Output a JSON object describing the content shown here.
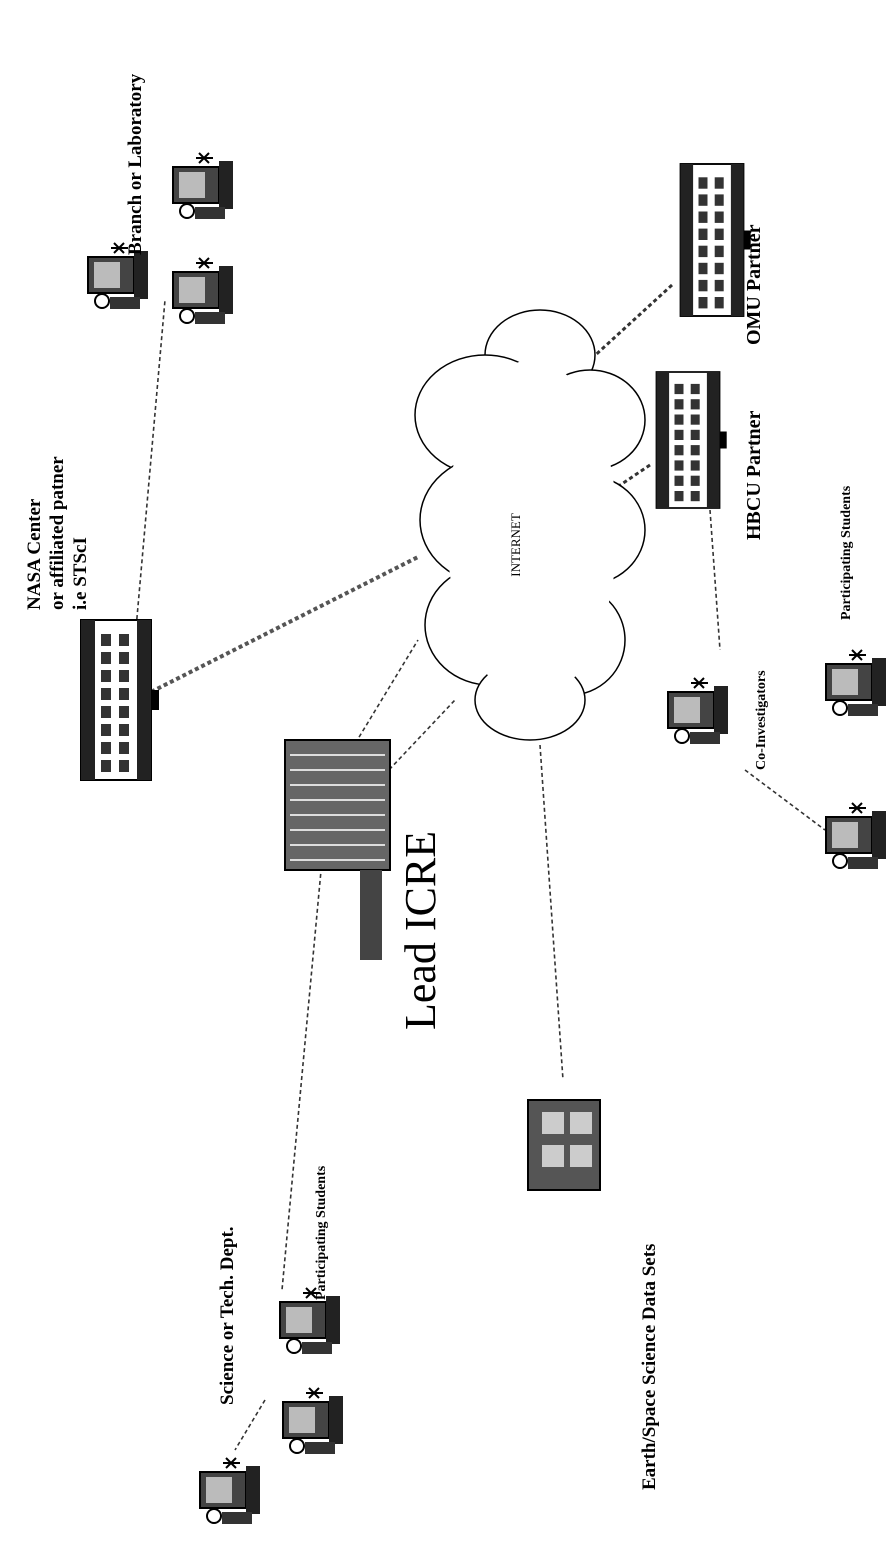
{
  "labels": {
    "nasa_line1": "NASA Center",
    "nasa_line2": "or affiliated patner",
    "nasa_line3": "i.e STScI",
    "branch": "Branch or Laboratory",
    "omu": "OMU Partner",
    "hbcu": "HBCU Partner",
    "participating_right": "Participating Students",
    "co_investigators": "Co-Investigators",
    "internet": "INTERNET",
    "lead": "Lead ICRE",
    "data_sets": "Earth/Space Science Data Sets",
    "participating_left": "Participating Students",
    "science_dept": "Science or Tech. Dept."
  },
  "icons": [
    "building-icon",
    "skyscraper-icon",
    "computer-workstation-icon",
    "cloud-icon",
    "server-stack-icon"
  ]
}
